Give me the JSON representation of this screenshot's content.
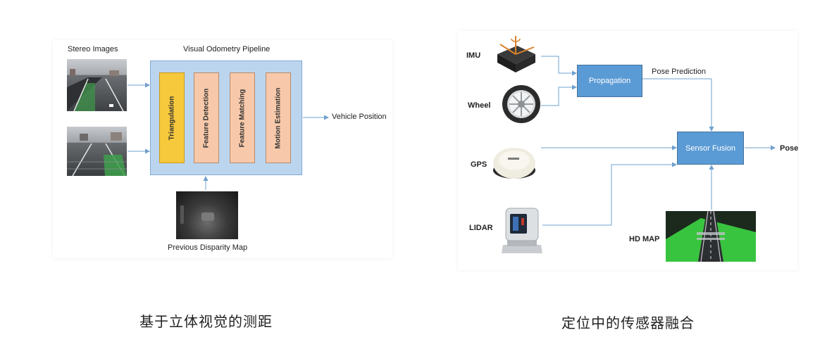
{
  "left_diagram": {
    "stereo_label": "Stereo Images",
    "pipeline_title": "Visual Odometry Pipeline",
    "stages": [
      {
        "label": "Triangulation",
        "color": "#f6c83b"
      },
      {
        "label": "Feature Detection",
        "color": "#f7c9aa"
      },
      {
        "label": "Feature Matching",
        "color": "#f7c9aa"
      },
      {
        "label": "Motion Estimation",
        "color": "#f7c9aa"
      }
    ],
    "output_label": "Vehicle Position",
    "disparity_label": "Previous Disparity Map",
    "pipeline_color": "#bcd5ee"
  },
  "right_diagram": {
    "sensors": {
      "imu": "IMU",
      "wheel": "Wheel",
      "gps": "GPS",
      "lidar": "LIDAR",
      "hd_map": "HD MAP"
    },
    "propagation": "Propagation",
    "pose_prediction": "Pose Prediction",
    "sensor_fusion": "Sensor Fusion",
    "pose": "Pose",
    "box_color": "#5b9bd5"
  },
  "captions": {
    "left": "基于立体视觉的测距",
    "right": "定位中的传感器融合"
  }
}
